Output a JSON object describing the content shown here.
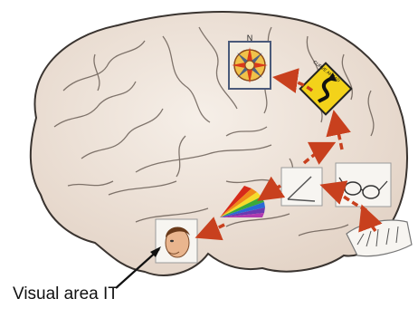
{
  "caption": "Visual area IT",
  "icons": {
    "compass_north_letter": "N",
    "sign_text": "CURVE AHEAD"
  },
  "colors": {
    "brain_fill": "#efe5dc",
    "brain_outline": "#3a3430",
    "arrow": "#c8401e",
    "sign_yellow": "#f3d21a",
    "panel_bg": "#f7f5f1"
  }
}
